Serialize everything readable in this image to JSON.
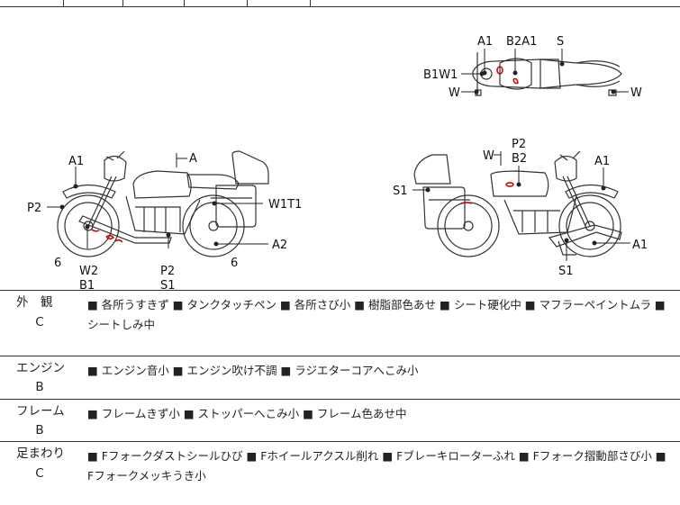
{
  "diagram": {
    "labels": {
      "left_a1": "A1",
      "left_a": "A",
      "left_p2": "P2",
      "left_w1t1": "W1T1",
      "left_a2": "A2",
      "left_6a": "6",
      "left_6b": "6",
      "left_w2": "W2",
      "left_b1": "B1",
      "left_p2b": "P2",
      "left_s1": "S1",
      "top_a1": "A1",
      "top_b2a1": "B2A1",
      "top_s": "S",
      "top_b1w1": "B1W1",
      "top_w_left": "W",
      "top_w_right": "W",
      "right_w": "W",
      "right_p2": "P2",
      "right_b2": "B2",
      "right_a1": "A1",
      "right_s1": "S1",
      "right_a1b": "A1",
      "right_s1b": "S1"
    }
  },
  "condition_rows": [
    {
      "category": "外　観",
      "grade": "C",
      "text": "■ 各所うすきず ■ タンクタッチペン ■ 各所さび小 ■ 樹脂部色あせ ■ シート硬化中 ■ マフラーペイントムラ ■ シートしみ中"
    },
    {
      "category": "エンジン",
      "grade": "B",
      "text": "■ エンジン音小 ■ エンジン吹け不調 ■ ラジエターコアへこみ小"
    },
    {
      "category": "フレーム",
      "grade": "B",
      "text": "■ フレームきず小 ■ ストッパーへこみ小 ■ フレーム色あせ中"
    },
    {
      "category": "足まわり",
      "grade": "C",
      "text": "■ Fフォークダストシールひび ■ Fホイールアクスル削れ ■ Fブレーキローターふれ ■ Fフォーク摺動部さび小 ■ Fフォークメッキうき小"
    }
  ]
}
